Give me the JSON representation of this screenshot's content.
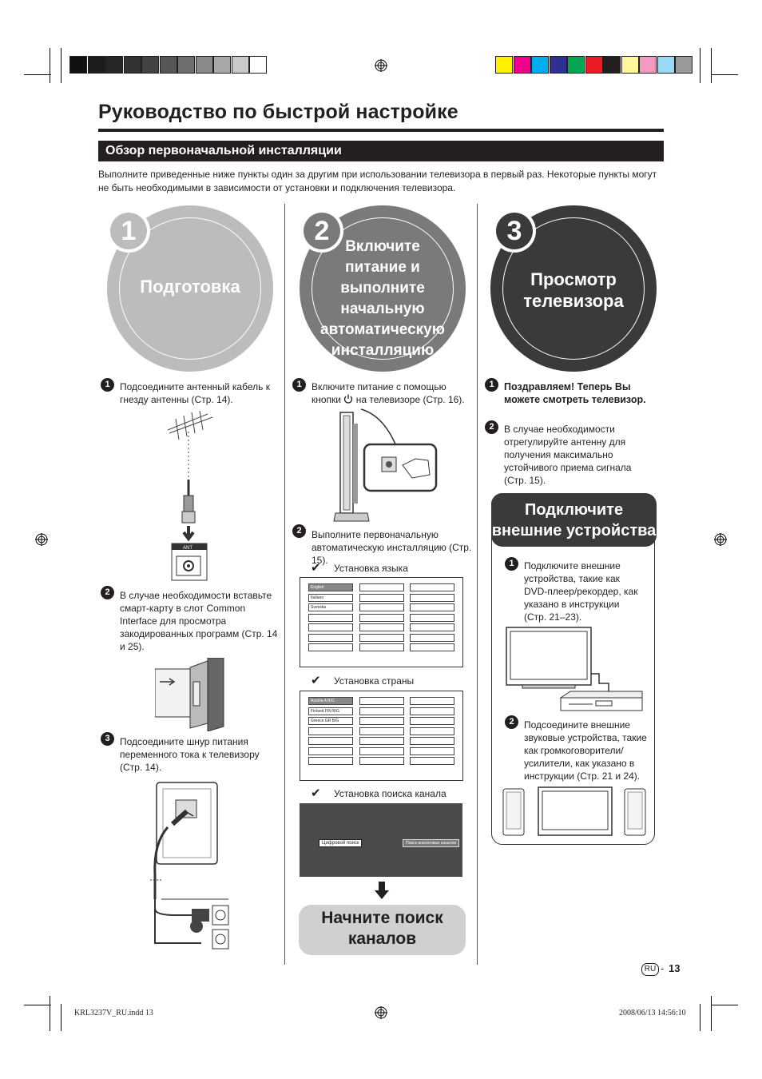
{
  "page": {
    "title": "Руководство по быстрой настройке",
    "section_title": "Обзор первоначальной инсталляции",
    "intro": "Выполните приведенные ниже пункты один за другим при использовании телевизора в первый раз. Некоторые пункты могут не быть необходимыми в зависимости от установки и подключения телевизора."
  },
  "colors": {
    "grayscale_swatches": [
      "#111111",
      "#1c1c1c",
      "#262626",
      "#333333",
      "#434343",
      "#575757",
      "#6e6e6e",
      "#898989",
      "#a8a8a8",
      "#cacaca",
      "#ffffff"
    ],
    "color_swatches": [
      "#fff200",
      "#ec008c",
      "#00aeef",
      "#2e3192",
      "#00a651",
      "#ed1c24",
      "#231f20",
      "#fff799",
      "#f49ac1",
      "#9ad8f5",
      "#999999"
    ],
    "step1_circle": "#bcbcbc",
    "step2_circle": "#7a7a7a",
    "step3_circle": "#3a3a3a"
  },
  "col1": {
    "number": "1",
    "heading": "Подготовка",
    "steps": [
      {
        "marker": "1",
        "text": "Подсоедините антенный кабель к гнезду антенны (Стр. 14)."
      },
      {
        "marker": "2",
        "text": "В случае необходимости вставьте смарт-карту в слот Common Interface для просмотра закодированных программ (Стр. 14 и 25)."
      },
      {
        "marker": "3",
        "text": "Подсоедините шнур питания переменного тока к телевизору (Стр. 14)."
      }
    ],
    "ant_label": "ANT"
  },
  "col2": {
    "number": "2",
    "heading_lines": [
      "Включите",
      "питание и выполните",
      "начальную",
      "автоматическую",
      "инсталляцию"
    ],
    "step1": {
      "marker": "1",
      "text_before": "Включите питание с помощью кнопки",
      "text_after": "на телевизоре (Стр. 16)."
    },
    "step2": {
      "marker": "2",
      "text": "Выполните первоначальную автоматическую инсталляцию (Стр. 15)."
    },
    "check_language": "Установка языка",
    "languages": [
      "English",
      "Italiano",
      "Svenska"
    ],
    "check_country": "Установка страны",
    "countries": [
      "Austria      A     B/G",
      "Finland     FIN    B/G",
      "Greece     GR    B/G"
    ],
    "check_channel": "Установка поиска канала",
    "search_digital": "Цифровой поиск",
    "search_analog": "Поиск аналоговых каналов",
    "start_search": "Начните поиск каналов"
  },
  "col3": {
    "number": "3",
    "heading_lines": [
      "Просмотр",
      "телевизора"
    ],
    "step1": {
      "marker": "1",
      "text": "Поздравляем! Теперь Вы можете смотреть телевизор."
    },
    "step2": {
      "marker": "2",
      "text": "В случае необходимости отрегулируйте антенну для получения максимально устойчивого приема сигнала (Стр. 15)."
    },
    "ext_heading_lines": [
      "Подключите",
      "внешние устройства"
    ],
    "ext_step1": {
      "marker": "1",
      "text": "Подключите внешние устройства, такие как DVD-плеер/рекордер, как указано в инструкции (Стр. 21–23)."
    },
    "ext_step2": {
      "marker": "2",
      "text": "Подсоедините внешние звуковые устройства, такие как громкоговорители/ усилители, как указано в инструкции (Стр. 21 и 24)."
    }
  },
  "footer": {
    "lang_badge": "RU",
    "dash": "-",
    "page_number": "13",
    "file_info": "KRL3237V_RU.indd   13",
    "date_info": "2008/06/13   14:56:10"
  }
}
